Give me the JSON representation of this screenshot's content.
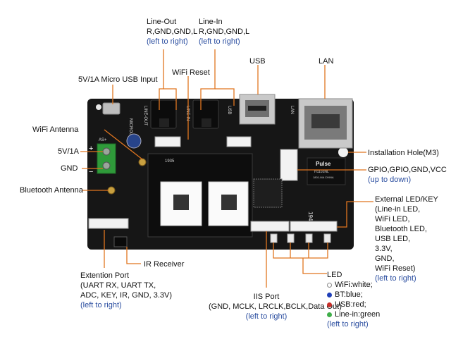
{
  "labels": {
    "line_out": {
      "title": "Line-Out",
      "pins": "R,GND,GND,L",
      "order": "(left to right)"
    },
    "line_in": {
      "title": "Line-In",
      "pins": "R,GND,GND,L",
      "order": "(left to right)"
    },
    "usb": "USB",
    "lan": "LAN",
    "wifi_reset": "WiFi Reset",
    "micro_usb": "5V/1A Micro USB Input",
    "wifi_antenna": "WiFi Antenna",
    "power_5v": "5V/1A",
    "gnd": "GND",
    "bt_antenna": "Bluetooth Antenna",
    "install_hole": "Installation Hole(M3)",
    "gpio": {
      "title": "GPIO,GPIO,GND,VCC",
      "order": "(up to down)"
    },
    "ext_led_key": {
      "lines": [
        "External LED/KEY",
        "(Line-in LED,",
        "WiFi LED,",
        "Bluetooth LED,",
        "USB LED,",
        "3.3V,",
        "GND,",
        "WiFi Reset)"
      ],
      "order": "(left to right)"
    },
    "ir_receiver": "IR Receiver",
    "extension_port": {
      "title": "Extention Port",
      "lines": [
        "(UART RX,  UART TX,",
        "ADC, KEY, IR, GND, 3.3V)"
      ],
      "order": "(left to right)"
    },
    "iis_port": {
      "title": "IIS Port",
      "pins": "(GND, MCLK, LRCLK,BCLK,Data Out)",
      "order": "(left to right)"
    },
    "led": {
      "title": "LED",
      "items": [
        {
          "text": "WiFi:white;",
          "color": "#ffffff"
        },
        {
          "text": "BT:blue;",
          "color": "#1f3fb8"
        },
        {
          "text": "USB:red;",
          "color": "#c8302a"
        },
        {
          "text": "Line-in:green",
          "color": "#3fae49"
        }
      ],
      "order": "(left to right)"
    }
  },
  "board_print": {
    "plus": "+",
    "minus": "−",
    "line_out_silk": "LINE-OUT",
    "line_in_silk": "LINE-IN",
    "micro_usb_silk": "MICROUSB",
    "usb_silk": "USB",
    "lan_silk": "LAN",
    "as_silk": "AS+",
    "pulse_brand": "Pulse",
    "pulse_part": "H1102NL",
    "pulse_sub": "1801-MA CHINA",
    "module_code": "1946",
    "chip_code": "1935"
  },
  "colors": {
    "board": "#161616",
    "callout": "#e0751f",
    "subtext": "#2b4ea0",
    "terminal": "#2f9a3a"
  }
}
